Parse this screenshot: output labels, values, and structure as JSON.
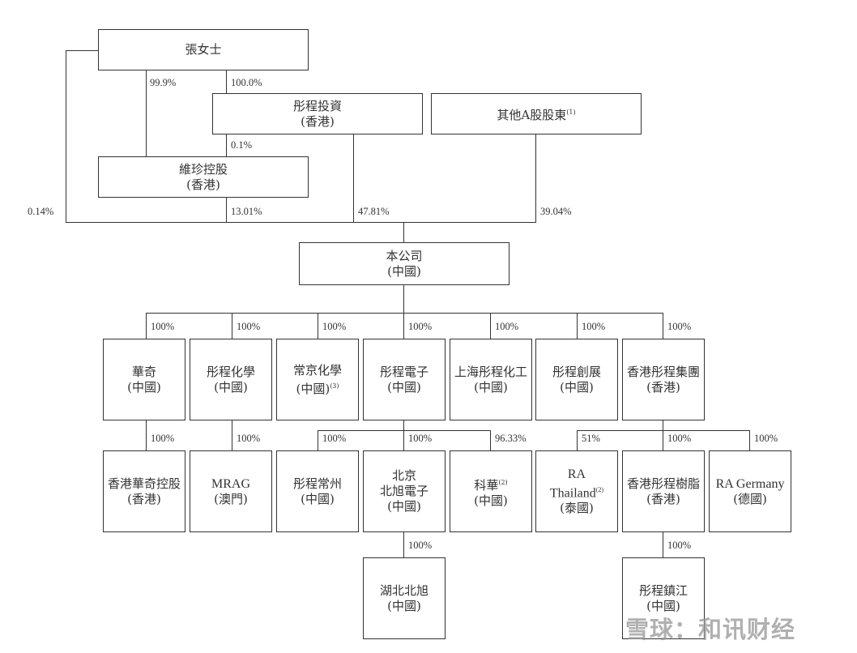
{
  "top": {
    "ms_zhang": "張女士",
    "tc_invest": "彤程投資",
    "tc_invest_loc": "(香港)",
    "other_a": "其他A股股東",
    "other_a_note": "(1)",
    "weizhen": "維珍控股",
    "weizhen_loc": "(香港)"
  },
  "top_pct": {
    "zhang_weizhen": "99.9%",
    "zhang_tc": "100.0%",
    "tc_weizhen": "0.1%",
    "zhang_co": "0.14%",
    "weizhen_co": "13.01%",
    "tc_co": "47.81%",
    "other_co": "39.04%"
  },
  "company": {
    "name": "本公司",
    "loc": "(中國)"
  },
  "subs": [
    {
      "name": "華奇",
      "loc": "(中國)",
      "pct": "100%"
    },
    {
      "name": "彤程化學",
      "loc": "(中國)",
      "pct": "100%"
    },
    {
      "name": "常京化學",
      "loc": "(中國)",
      "note": "(3)",
      "pct": "100%"
    },
    {
      "name": "彤程電子",
      "loc": "(中國)",
      "pct": "100%"
    },
    {
      "name": "上海彤程化工",
      "loc": "(中國)",
      "pct": "100%"
    },
    {
      "name": "彤程創展",
      "loc": "(中國)",
      "pct": "100%"
    },
    {
      "name": "香港彤程集團",
      "loc": "(香港)",
      "pct": "100%"
    }
  ],
  "level3": [
    {
      "name": "香港華奇控股",
      "loc": "(香港)",
      "pct": "100%"
    },
    {
      "name": "MRAG",
      "loc": "(澳門)",
      "pct": "100%"
    },
    {
      "name": "彤程常州",
      "loc": "(中國)",
      "pct": "100%"
    },
    {
      "name": "北京",
      "name2": "北旭電子",
      "loc": "(中國)",
      "pct": "100%"
    },
    {
      "name": "科華",
      "note": "(2)",
      "loc": "(中國)",
      "pct": "96.33%"
    },
    {
      "name": "RA",
      "name2": "Thailand",
      "note": "(2)",
      "loc": "(泰國)",
      "pct": "51%"
    },
    {
      "name": "香港彤程樹脂",
      "loc": "(香港)",
      "pct": "100%"
    },
    {
      "name": "RA Germany",
      "loc": "(德國)",
      "pct": "100%"
    }
  ],
  "level4": [
    {
      "name": "湖北北旭",
      "loc": "(中國)",
      "pct": "100%"
    },
    {
      "name": "彤程鎮江",
      "loc": "(中國)",
      "pct": "100%"
    }
  ],
  "watermark": "雪球：和讯财经"
}
